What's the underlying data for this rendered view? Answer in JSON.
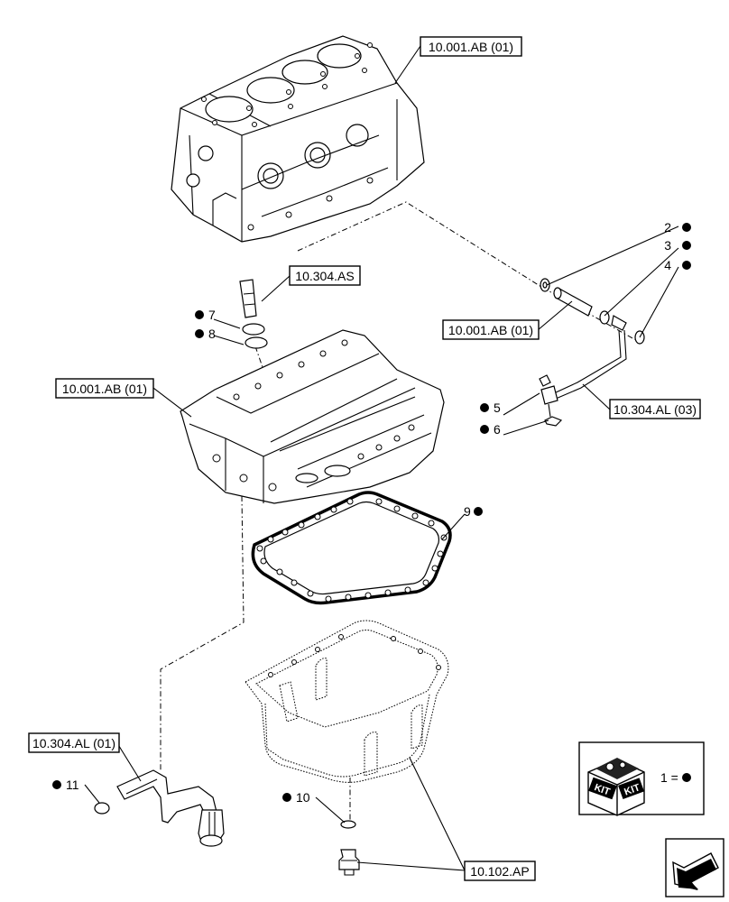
{
  "refs": {
    "engine_block": "10.001.AB (01)",
    "pipe_connector": "10.001.AB (01)",
    "ladder_frame": "10.001.AB (01)",
    "breather": "10.304.AS",
    "oil_pipe": "10.304.AL (03)",
    "oil_strainer": "10.304.AL (01)",
    "oil_pan": "10.102.AP"
  },
  "callouts": {
    "c2": "2",
    "c3": "3",
    "c4": "4",
    "c5": "5",
    "c6": "6",
    "c7": "7",
    "c8": "8",
    "c9": "9",
    "c10": "10",
    "c11": "11"
  },
  "legend": {
    "kit_word_left": "KIT",
    "kit_word_right": "KIT",
    "equals_text": "1 ="
  },
  "icons": {
    "kit_symbol": "filled-circle-icon",
    "navigation": "back-arrow-icon",
    "kit_box": "kit-box-icon"
  }
}
